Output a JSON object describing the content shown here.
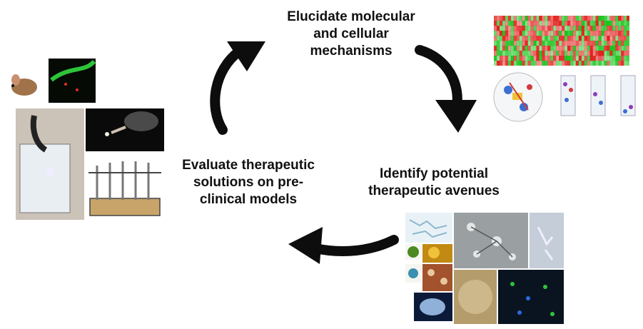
{
  "steps": [
    {
      "label": "Elucidate molecular\nand cellular\nmechanisms"
    },
    {
      "label": "Identify potential\ntherapeutic avenues"
    },
    {
      "label": "Evaluate therapeutic\nsolutions on pre-\nclinical models"
    }
  ],
  "colors": {
    "arrow": "#0d0d0d",
    "heatmap_red": "#e0201c",
    "heatmap_green": "#18c21a",
    "micro_dark": "#0a1420",
    "micro_gray": "#9aa0a2",
    "cage_tan": "#c9a46a"
  },
  "icons": [
    "cycle-arrow-icon",
    "mouse-icon",
    "heatmap-image",
    "cell-culture-image",
    "microscopy-image"
  ]
}
